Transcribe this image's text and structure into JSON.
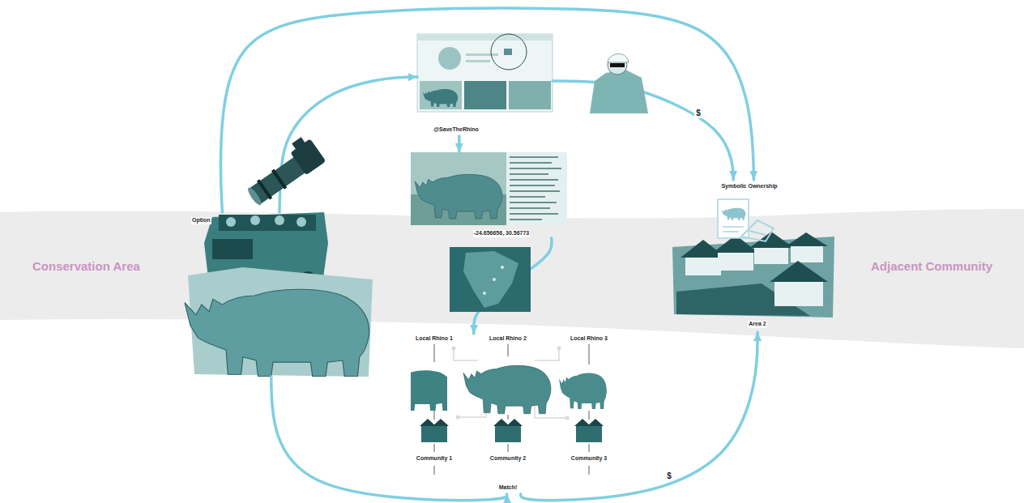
{
  "diagram": {
    "nodes": [
      {
        "text": [
          "Option"
        ]
      },
      {
        "text": [
          "@SaveTheRhino"
        ]
      },
      {
        "text": [
          "-24.656656, 30.56773"
        ]
      },
      {
        "text": [
          "Symbolic Ownership"
        ]
      },
      {
        "text": [
          "Area 2"
        ]
      },
      {
        "text": [
          "Local Rhino 1",
          "Community 1"
        ]
      },
      {
        "text": [
          "Local Rhino 2",
          "Community 2",
          "Match!"
        ]
      },
      {
        "text": [
          "Local Rhino 3",
          "Community 3"
        ]
      }
    ],
    "edges": [
      {
        "from": 0,
        "to": 1,
        "arrow": "to"
      },
      {
        "from": 0,
        "to": 3,
        "arrow": "to"
      },
      {
        "from": 1,
        "to": 3,
        "label": "$",
        "arrow": "to"
      },
      {
        "from": 1,
        "to": 2,
        "arrow": "to"
      },
      {
        "from": 2,
        "to": 6,
        "arrow": "to"
      },
      {
        "from": 0,
        "to": 6,
        "arrow": "to"
      },
      {
        "from": 6,
        "to": 4,
        "label": "$",
        "arrow": "to"
      }
    ],
    "labels": [
      "Conservation Area",
      "Adjacent Community"
    ]
  }
}
